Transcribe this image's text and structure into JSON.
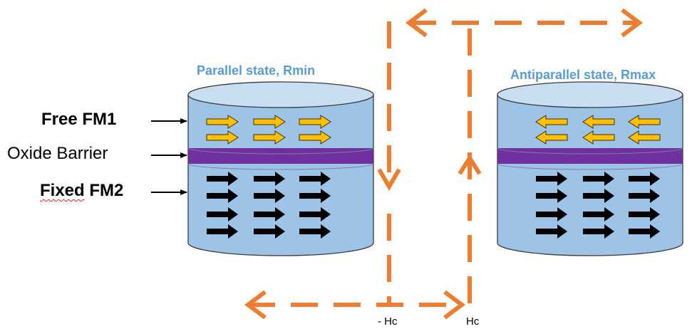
{
  "labels": {
    "parallel_state": "Parallel state, Rmin",
    "antiparallel_state": "Antiparallel state, Rmax",
    "free_fm1": "Free FM1",
    "oxide_barrier": "Oxide Barrier",
    "fixed_word": "Fixed",
    "fm2_word": " FM2",
    "neg_hc": "- Hc",
    "pos_hc": "Hc"
  },
  "colors": {
    "cylinder_body": "#9dc3e6",
    "cylinder_top": "#c9dff1",
    "cylinder_outline": "#3a3a3a",
    "oxide_barrier": "#7030a0",
    "free_layer_arrow": "#ffc000",
    "fixed_layer_arrow": "#000000",
    "hysteresis_loop": "#ed7d31",
    "state_title": "#5b9bd5"
  },
  "junctions": [
    {
      "name": "parallel",
      "free_layer_direction": "right",
      "fixed_layer_direction": "right"
    },
    {
      "name": "antiparallel",
      "free_layer_direction": "left",
      "fixed_layer_direction": "right"
    }
  ],
  "arrow_grid": {
    "free_rows": 2,
    "fixed_rows": 4,
    "columns": 3
  }
}
